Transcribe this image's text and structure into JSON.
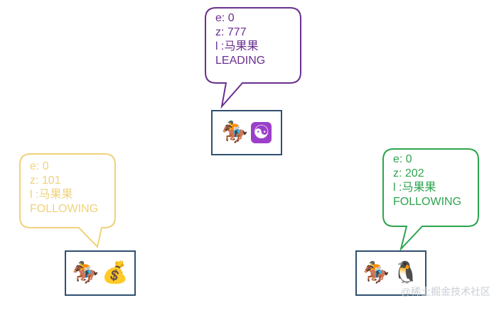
{
  "nodes": [
    {
      "id": "leader",
      "color": "#6a2f8f",
      "lines": [
        "e: 0",
        "z: 777",
        "l :马果果",
        "LEADING"
      ],
      "emojis": [
        "🏇",
        "☯"
      ],
      "emoji_names": [
        "horse-racing-icon",
        "yin-yang-icon"
      ]
    },
    {
      "id": "follower-1",
      "color": "#efd27a",
      "lines": [
        "e: 0",
        "z: 101",
        "l :马果果",
        "FOLLOWING"
      ],
      "emojis": [
        "🏇",
        "💰"
      ],
      "emoji_names": [
        "horse-racing-icon",
        "money-bag-icon"
      ]
    },
    {
      "id": "follower-2",
      "color": "#2da44e",
      "lines": [
        "e: 0",
        "z: 202",
        "l :马果果",
        "FOLLOWING"
      ],
      "emojis": [
        "🏇",
        "🐧"
      ],
      "emoji_names": [
        "horse-racing-icon",
        "penguin-icon"
      ]
    }
  ],
  "box_border_color": "#2f4f6f",
  "watermark": "@稀土掘金技术社区"
}
